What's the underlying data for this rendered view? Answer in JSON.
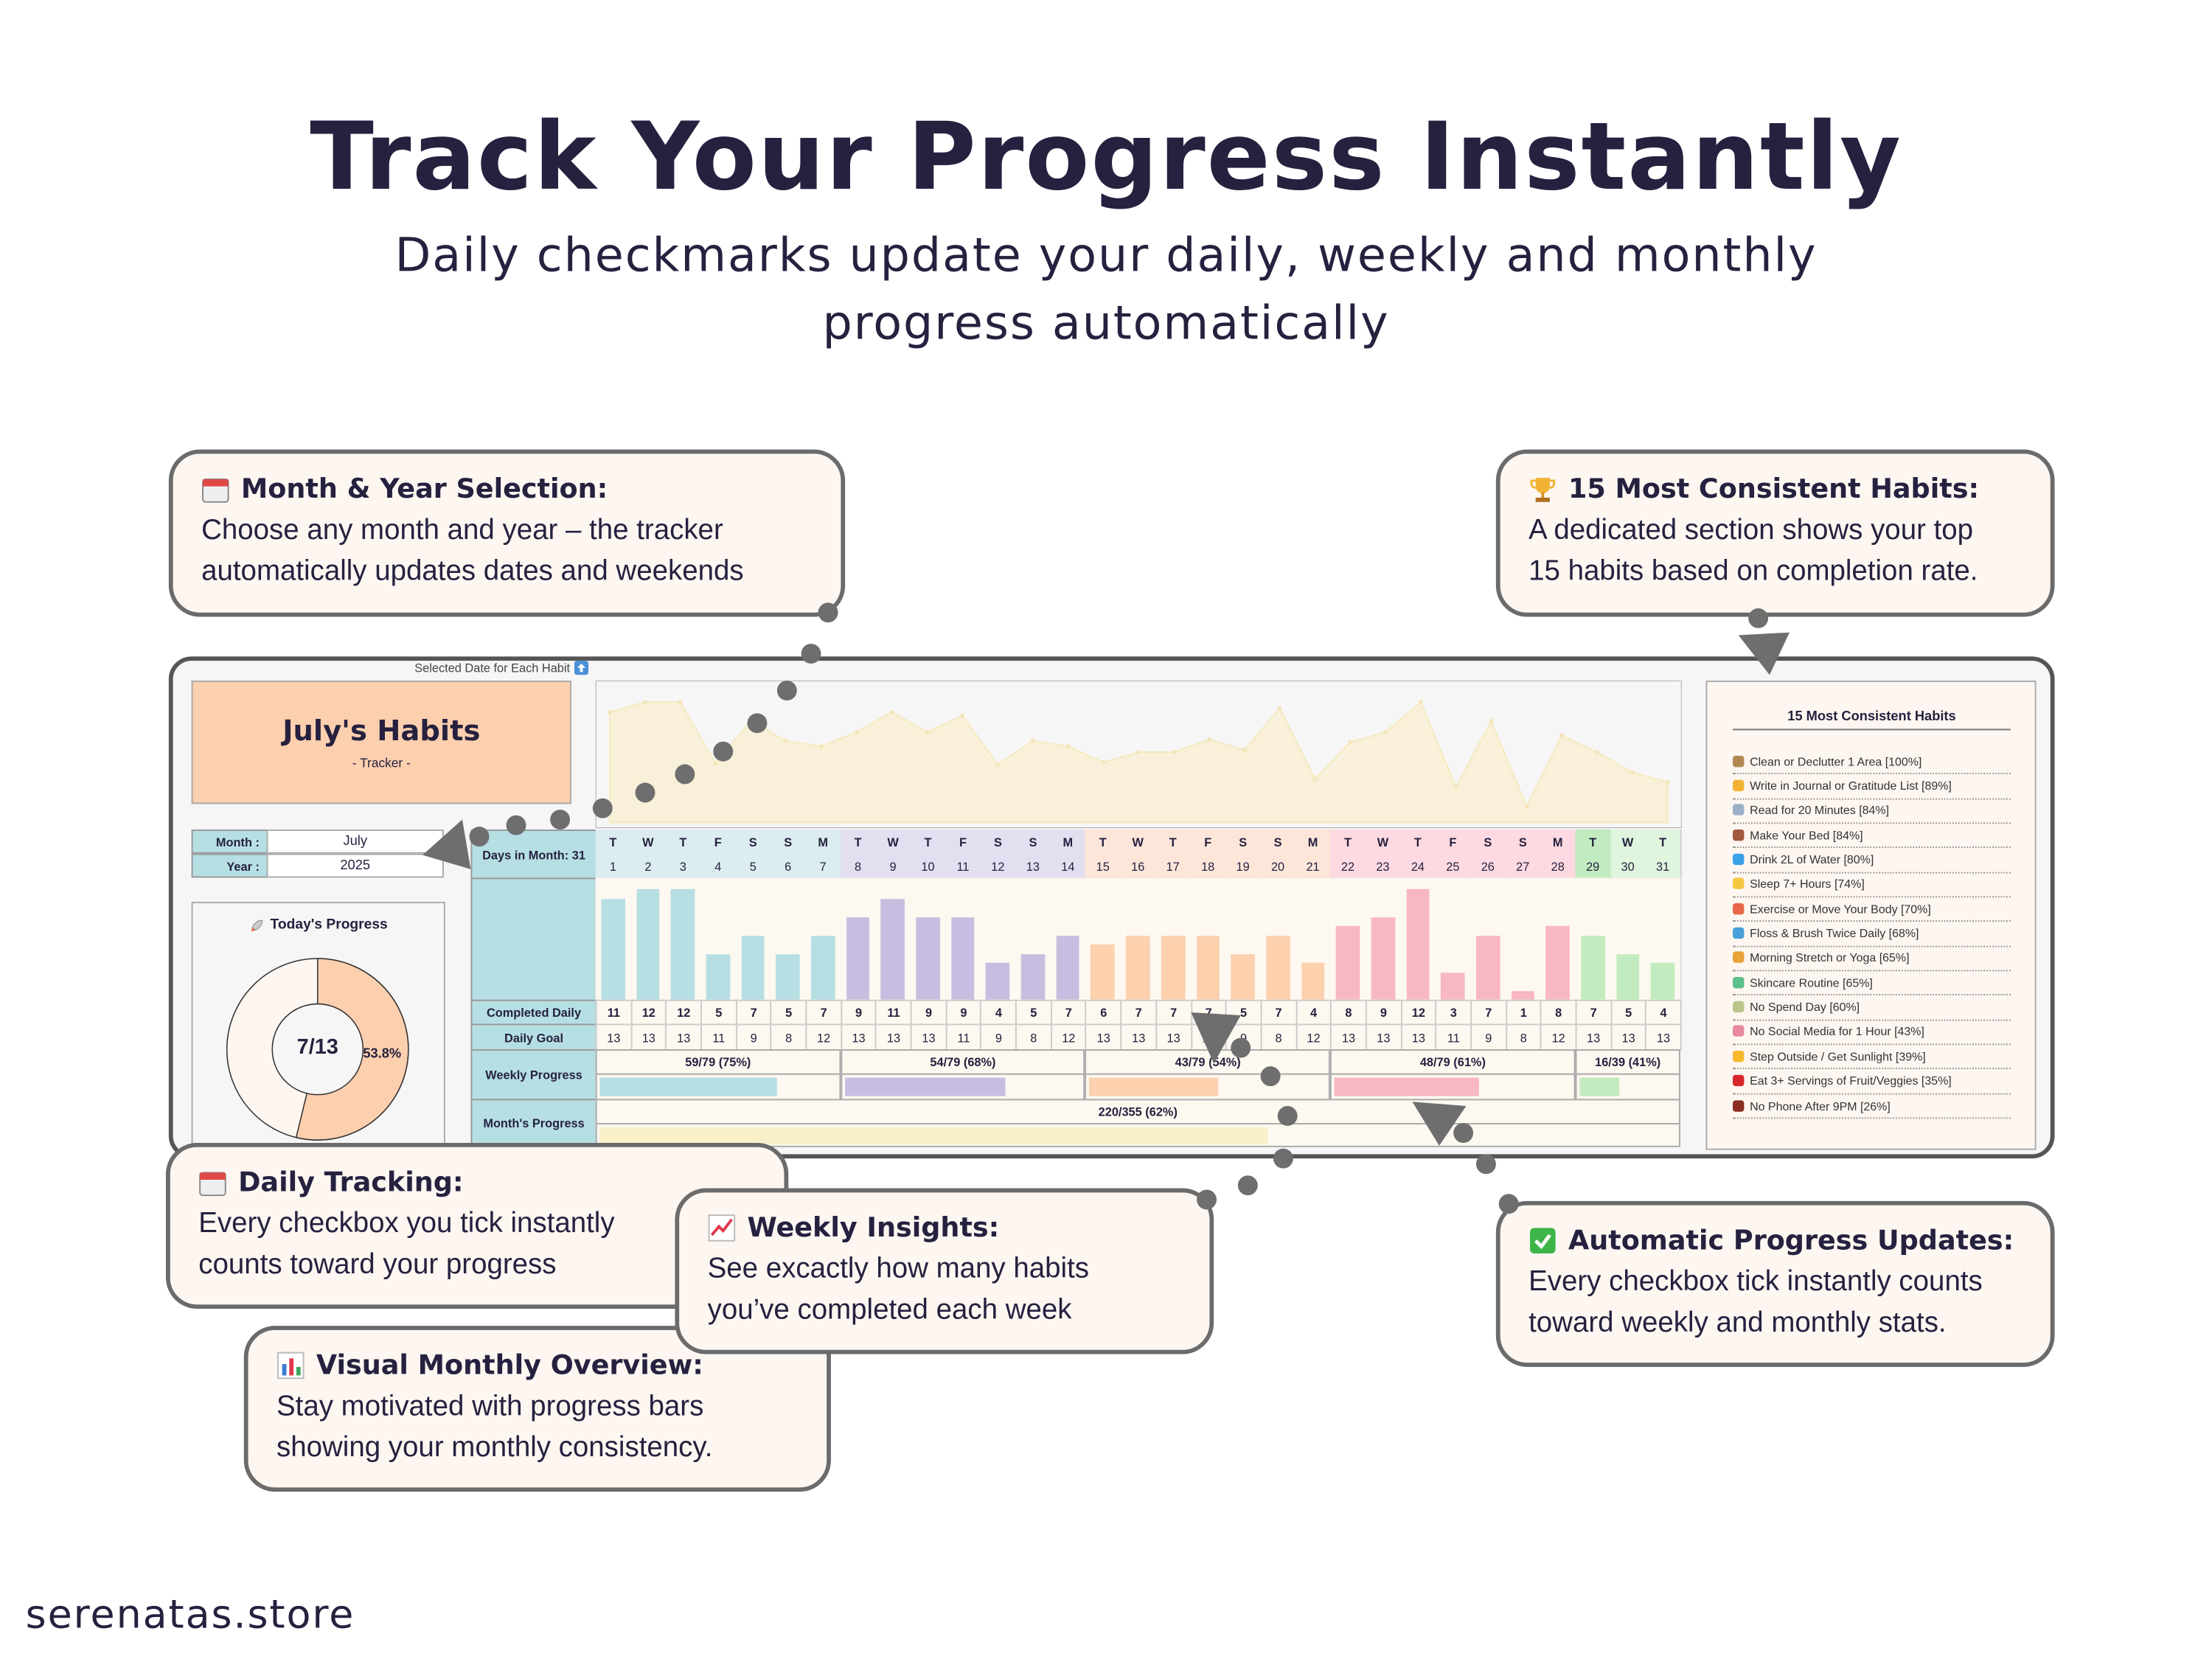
{
  "header": {
    "title": "Track Your Progress Instantly",
    "subtitle_line1": "Daily checkmarks update your daily, weekly and monthly",
    "subtitle_line2": "progress automatically"
  },
  "callouts": {
    "month_year": {
      "icon": "calendar-icon",
      "title": "Month & Year Selection:",
      "line1": "Choose any month and year – the tracker",
      "line2": "automatically updates dates and weekends"
    },
    "consistent": {
      "icon": "trophy-icon",
      "title": "15 Most Consistent Habits:",
      "line1": "A dedicated section shows your top",
      "line2": "15 habits based on completion rate."
    },
    "daily": {
      "icon": "calendar-icon",
      "title": "Daily Tracking:",
      "line1": "Every checkbox you tick instantly",
      "line2": "counts toward your progress"
    },
    "weekly": {
      "icon": "chart-increasing-icon",
      "title": "Weekly Insights:",
      "line1": "See excactly how many habits",
      "line2": "you’ve completed each week"
    },
    "monthly": {
      "icon": "bar-chart-icon",
      "title": "Visual Monthly Overview:",
      "line1": "Stay motivated with progress bars",
      "line2": "showing your monthly consistency."
    },
    "automatic": {
      "icon": "check-box-icon",
      "title": "Automatic Progress Updates:",
      "line1": "Every checkbox tick instantly counts",
      "line2": "toward weekly and monthly stats."
    }
  },
  "tracker": {
    "selected_date_label": "Selected Date for Each Habit",
    "title": "July's Habits",
    "subtitle": "- Tracker -",
    "month_label": "Month :",
    "month_value": "July",
    "year_label": "Year :",
    "year_value": "2025",
    "today_title": "Today's Progress",
    "today_value": "7/13",
    "today_pct_label": "53.8%",
    "today_fraction": 0.538,
    "days_in_month_label": "Days in Month: 31",
    "completed_label": "Completed Daily",
    "goal_label": "Daily Goal",
    "weekly_label": "Weekly Progress",
    "month_progress_label": "Month's Progress",
    "day_letters": [
      "T",
      "W",
      "T",
      "F",
      "S",
      "S",
      "M",
      "T",
      "W",
      "T",
      "F",
      "S",
      "S",
      "M",
      "T",
      "W",
      "T",
      "F",
      "S",
      "S",
      "M",
      "T",
      "W",
      "T",
      "F",
      "S",
      "S",
      "M",
      "T",
      "W",
      "T"
    ],
    "day_numbers": [
      "1",
      "2",
      "3",
      "4",
      "5",
      "6",
      "7",
      "8",
      "9",
      "10",
      "11",
      "12",
      "13",
      "14",
      "15",
      "16",
      "17",
      "18",
      "19",
      "20",
      "21",
      "22",
      "23",
      "24",
      "25",
      "26",
      "27",
      "28",
      "29",
      "30",
      "31"
    ],
    "completed": [
      11,
      12,
      12,
      5,
      7,
      5,
      7,
      9,
      11,
      9,
      9,
      4,
      5,
      7,
      6,
      7,
      7,
      7,
      5,
      7,
      4,
      8,
      9,
      12,
      3,
      7,
      1,
      8,
      7,
      5,
      4
    ],
    "goal": [
      13,
      13,
      13,
      11,
      9,
      8,
      12,
      13,
      13,
      13,
      11,
      9,
      8,
      12,
      13,
      13,
      13,
      11,
      9,
      8,
      12,
      13,
      13,
      13,
      11,
      9,
      8,
      12,
      13,
      13,
      13
    ],
    "weeks": [
      {
        "label": "59/79 (75%)",
        "pct": 0.75,
        "start": 1,
        "end": 7,
        "header": "#dcedf1",
        "bar": "#b6dfe4"
      },
      {
        "label": "54/79 (68%)",
        "pct": 0.68,
        "start": 8,
        "end": 14,
        "header": "#e3dff0",
        "bar": "#c8bde0"
      },
      {
        "label": "43/79 (54%)",
        "pct": 0.54,
        "start": 15,
        "end": 21,
        "header": "#fde6d9",
        "bar": "#fdd0ae"
      },
      {
        "label": "48/79 (61%)",
        "pct": 0.61,
        "start": 22,
        "end": 28,
        "header": "#fdd9e1",
        "bar": "#f8b7c5"
      },
      {
        "label": "16/39 (41%)",
        "pct": 0.41,
        "start": 29,
        "end": 31,
        "header": "#e0f5dd",
        "bar": "#c2ecbf"
      }
    ],
    "month_progress": {
      "label": "220/355 (62%)",
      "pct": 0.62
    }
  },
  "top_habits": {
    "title": "15 Most Consistent Habits",
    "items": [
      {
        "label": "Clean or Declutter 1 Area [100%]",
        "icon": "broom-icon",
        "color": "#b08850"
      },
      {
        "label": "Write in Journal or Gratitude List [89%]",
        "icon": "writing-hand-icon",
        "color": "#f2b233"
      },
      {
        "label": "Read for 20 Minutes [84%]",
        "icon": "book-icon",
        "color": "#9bb0c8"
      },
      {
        "label": "Make Your Bed [84%]",
        "icon": "bed-icon",
        "color": "#a05a3c"
      },
      {
        "label": "Drink 2L of Water [80%]",
        "icon": "droplet-icon",
        "color": "#3aa0e8"
      },
      {
        "label": "Sleep 7+ Hours [74%]",
        "icon": "moon-icon",
        "color": "#f5c842"
      },
      {
        "label": "Exercise or Move Your Body [70%]",
        "icon": "running-icon",
        "color": "#e8674a"
      },
      {
        "label": "Floss & Brush Twice Daily [68%]",
        "icon": "toothbrush-icon",
        "color": "#4aa0d8"
      },
      {
        "label": "Morning Stretch or Yoga [65%]",
        "icon": "yoga-icon",
        "color": "#e8a23a"
      },
      {
        "label": "Skincare Routine [65%]",
        "icon": "soap-icon",
        "color": "#5cc08a"
      },
      {
        "label": "No Spend Day [60%]",
        "icon": "money-icon",
        "color": "#b9c48a"
      },
      {
        "label": "No Social Media for 1 Hour [43%]",
        "icon": "brain-icon",
        "color": "#e88aa0"
      },
      {
        "label": "Step Outside / Get Sunlight [39%]",
        "icon": "sun-icon",
        "color": "#f5b82e"
      },
      {
        "label": "Eat 3+ Servings of Fruit/Veggies [35%]",
        "icon": "apple-icon",
        "color": "#d8272a"
      },
      {
        "label": "No Phone After 9PM [26%]",
        "icon": "no-phone-icon",
        "color": "#8a2e22"
      }
    ]
  },
  "footer": {
    "brand": "serenatas.store"
  }
}
